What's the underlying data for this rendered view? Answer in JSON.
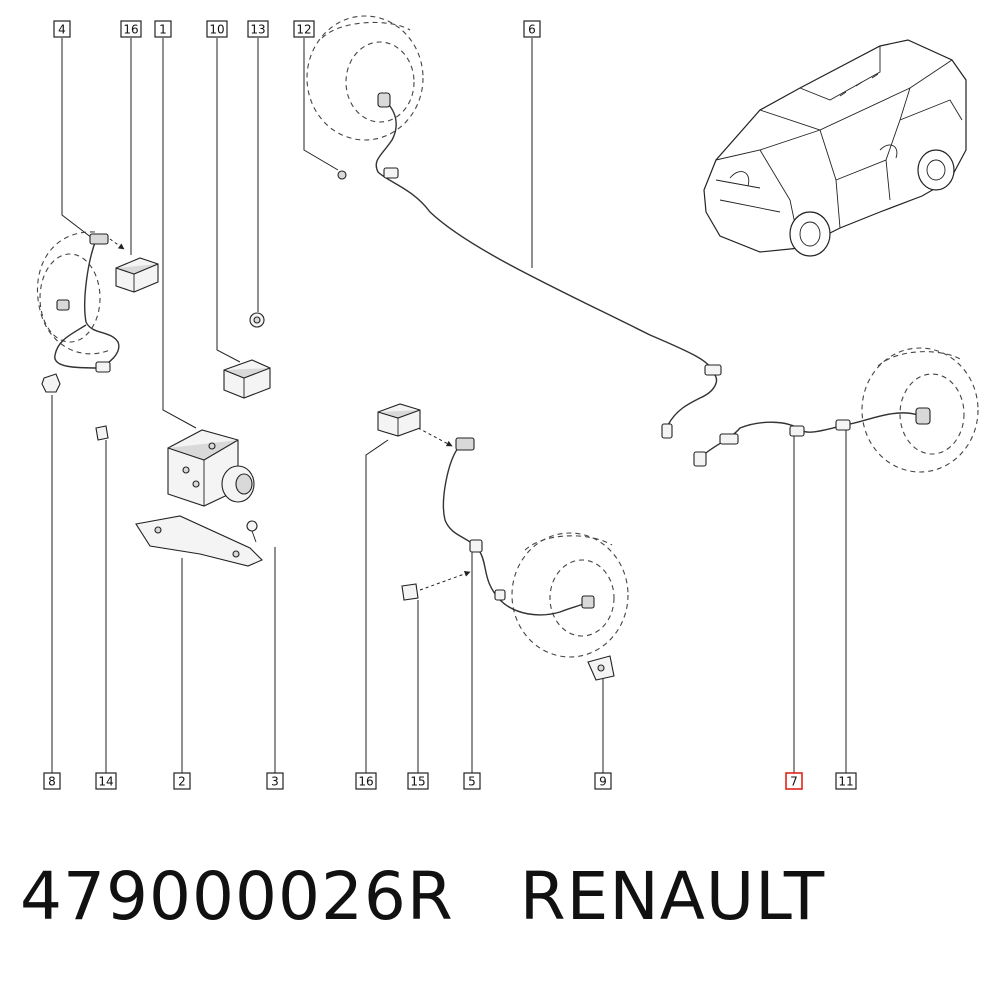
{
  "callouts_top": [
    "4",
    "16",
    "1",
    "10",
    "13",
    "12",
    "6"
  ],
  "callouts_bottom": [
    "8",
    "14",
    "2",
    "3",
    "16",
    "15",
    "5",
    "9",
    "7",
    "11"
  ],
  "highlighted_callout": "7",
  "footer": {
    "part_number": "479000026R",
    "brand": "RENAULT"
  },
  "colors": {
    "highlight": "#e0241b",
    "line": "#222222"
  }
}
